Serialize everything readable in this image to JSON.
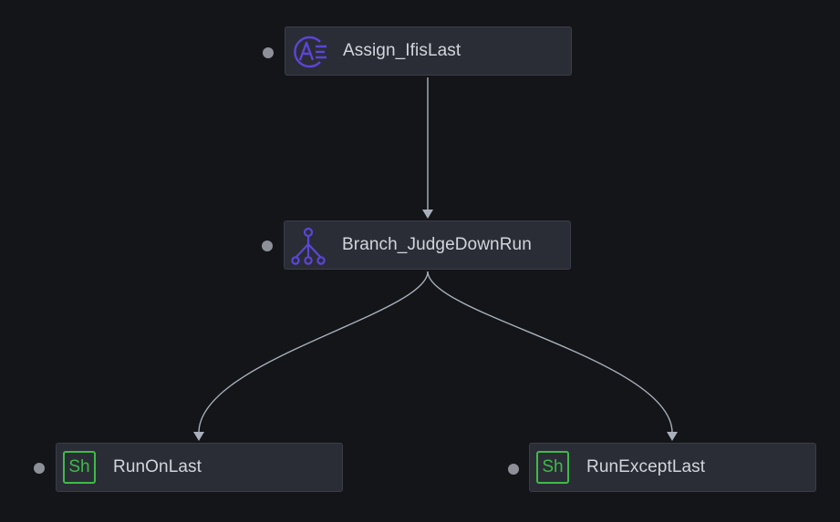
{
  "workflow": {
    "nodes": [
      {
        "id": "assign",
        "label": "Assign_IfisLast",
        "icon": "assign-icon",
        "icon_color": "#5b45d6"
      },
      {
        "id": "branch",
        "label": "Branch_JudgeDownRun",
        "icon": "branch-icon",
        "icon_color": "#5b45d6"
      },
      {
        "id": "run_on_last",
        "label": "RunOnLast",
        "icon": "shell-icon",
        "icon_text": "Sh",
        "icon_color": "#3fba4a"
      },
      {
        "id": "run_except_last",
        "label": "RunExceptLast",
        "icon": "shell-icon",
        "icon_text": "Sh",
        "icon_color": "#3fba4a"
      }
    ],
    "edges": [
      {
        "from": "Assign_IfisLast",
        "to": "Branch_JudgeDownRun"
      },
      {
        "from": "Branch_JudgeDownRun",
        "to": "RunOnLast"
      },
      {
        "from": "Branch_JudgeDownRun",
        "to": "RunExceptLast"
      }
    ]
  },
  "colors": {
    "background": "#131519",
    "node_fill": "#2b2d36",
    "edge": "#a9b0bb",
    "port": "#8e9099"
  }
}
